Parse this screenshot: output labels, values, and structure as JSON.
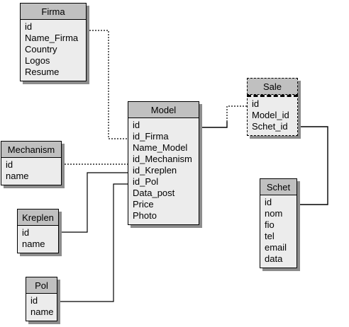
{
  "diagram": {
    "tables": [
      {
        "id": "firma",
        "name": "Firma",
        "fields": [
          "id",
          "Name_Firma",
          "Country",
          "Logos",
          "Resume"
        ]
      },
      {
        "id": "model",
        "name": "Model",
        "fields": [
          "id",
          "id_Firma",
          "Name_Model",
          "id_Mechanism",
          "id_Kreplen",
          "id_Pol",
          "Data_post",
          "Price",
          "Photo"
        ]
      },
      {
        "id": "sale",
        "name": "Sale",
        "fields": [
          "id",
          "Model_id",
          "Schet_id"
        ]
      },
      {
        "id": "schet",
        "name": "Schet",
        "fields": [
          "id",
          "nom",
          "fio",
          "tel",
          "email",
          "data"
        ]
      },
      {
        "id": "mechanism",
        "name": "Mechanism",
        "fields": [
          "id",
          "name"
        ]
      },
      {
        "id": "kreplen",
        "name": "Kreplen",
        "fields": [
          "id",
          "name"
        ]
      },
      {
        "id": "pol",
        "name": "Pol",
        "fields": [
          "id",
          "name"
        ]
      }
    ],
    "relations": [
      {
        "from": "firma.id",
        "to": "model.id_Firma",
        "style": "dotted"
      },
      {
        "from": "mechanism.id",
        "to": "model.id_Mechanism",
        "style": "dotted"
      },
      {
        "from": "kreplen.id",
        "to": "model.id_Kreplen",
        "style": "solid"
      },
      {
        "from": "pol.id",
        "to": "model.id_Pol",
        "style": "solid"
      },
      {
        "from": "model.id",
        "to": "sale.Model_id",
        "style": "mixed"
      },
      {
        "from": "sale.Schet_id",
        "to": "schet.id",
        "style": "solid"
      }
    ]
  }
}
